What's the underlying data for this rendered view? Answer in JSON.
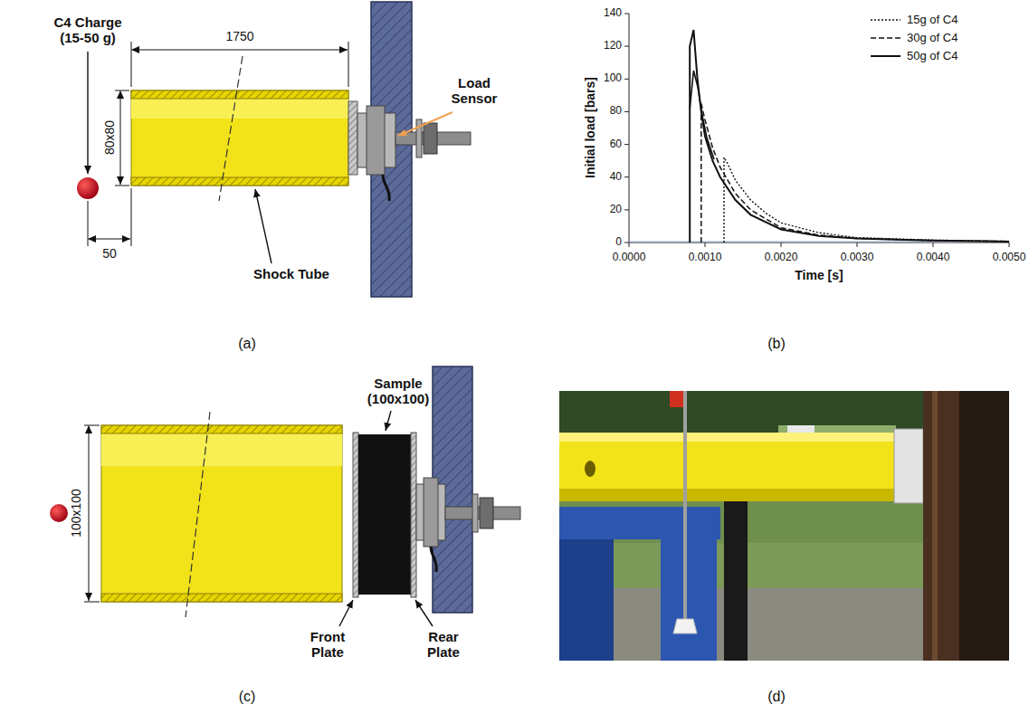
{
  "diagram": {
    "labels": [
      "C4 Charge (15-50 g)",
      "1750",
      "80x80",
      "50",
      "Load Sensor",
      "Shock Tube",
      "(a)",
      "140",
      "120",
      "100",
      "80",
      "60",
      "40",
      "20",
      "0",
      "Initial load [bars]",
      "0.0000",
      "0.0010",
      "0.0020",
      "0.0030",
      "0.0040",
      "0.0050",
      "Time [s]",
      "(b)",
      "Sample (100x100)",
      "100x100",
      "Front Plate",
      "Rear Plate",
      "(c)",
      "(d)"
    ],
    "legend": [
      {
        "text": "15g of C4"
      },
      {
        "text": "30g of C4"
      },
      {
        "text": "50g of C4"
      }
    ]
  }
}
